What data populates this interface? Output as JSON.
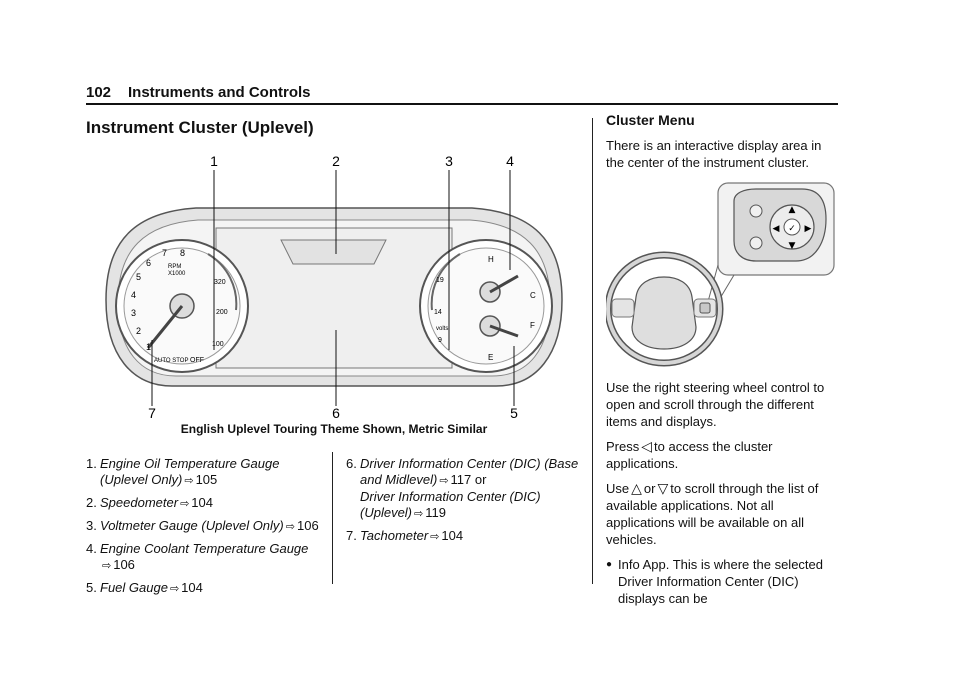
{
  "header": {
    "page_number": "102",
    "chapter_title": "Instruments and Controls"
  },
  "section": {
    "title": "Instrument Cluster (Uplevel)"
  },
  "figure": {
    "callouts": [
      "1",
      "2",
      "3",
      "4",
      "5",
      "6",
      "7"
    ],
    "caption": "English Uplevel Touring Theme Shown, Metric Similar",
    "gauge_labels": {
      "tach_ticks": [
        "1",
        "2",
        "3",
        "4",
        "5",
        "6",
        "7",
        "8"
      ],
      "tach_unit": "X1000",
      "tach_unit2": "RPM",
      "oil_values": [
        "100",
        "200",
        "320"
      ],
      "volt_values": [
        "9",
        "14",
        "19"
      ],
      "volt_unit": "volts",
      "temp_h": "H",
      "temp_c": "C",
      "fuel_f": "F",
      "fuel_e": "E",
      "auto_stop": "AUTO STOP",
      "off": "OFF"
    }
  },
  "legend": {
    "items": [
      {
        "num": "1.",
        "text": "Engine Oil Temperature Gauge (Uplevel Only)",
        "ref": "105"
      },
      {
        "num": "2.",
        "text": "Speedometer",
        "ref": "104"
      },
      {
        "num": "3.",
        "text": "Voltmeter Gauge (Uplevel Only)",
        "ref": "106"
      },
      {
        "num": "4.",
        "text": "Engine Coolant Temperature Gauge",
        "ref": "106"
      },
      {
        "num": "5.",
        "text": "Fuel Gauge",
        "ref": "104"
      },
      {
        "num": "6.",
        "text": "Driver Information Center (DIC) (Base and Midlevel)",
        "ref": "117",
        "conj": "or",
        "text2": "Driver Information Center (DIC) (Uplevel)",
        "ref2": "119"
      },
      {
        "num": "7.",
        "text": "Tachometer",
        "ref": "104"
      }
    ]
  },
  "cluster_menu": {
    "title": "Cluster Menu",
    "intro": "There is an interactive display area in the center of the instrument cluster.",
    "use_right": "Use the right steering wheel control to open and scroll through the different items and displays.",
    "press_pre": "Press",
    "press_post": "to access the cluster applications.",
    "use_pre": "Use",
    "use_or": "or",
    "use_post": "to scroll through the list of available applications. Not all applications will be available on all vehicles.",
    "bullet": "Info App. This is where the selected Driver Information Center (DIC) displays can be"
  }
}
